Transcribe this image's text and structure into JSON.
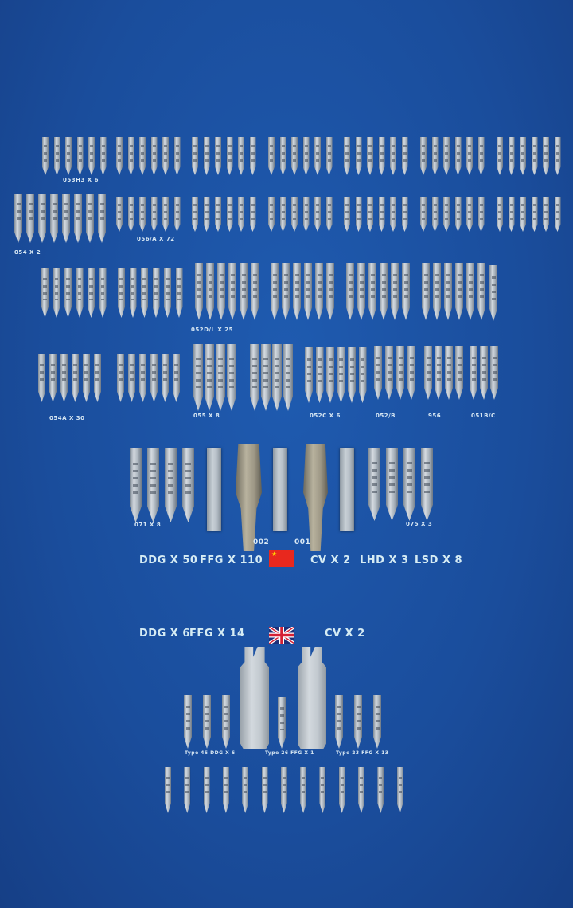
{
  "china": {
    "labels": {
      "l053h3": "053H3 X 6",
      "l056": "056/A X 72",
      "l054": "054 X 2",
      "l052dl": "052D/L X 25",
      "l054a": "054A X 30",
      "l055": "055 X 8",
      "l052c": "052C X 6",
      "l052b": "052/B",
      "l956": "956",
      "l051bc": "051B/C",
      "l071": "071 X 8",
      "l075": "075 X 3",
      "l002": "002",
      "l001": "001"
    },
    "summary": {
      "ddg": "DDG X 50",
      "ffg": "FFG X 110",
      "cv": "CV X 2",
      "lhd": "LHD X 3",
      "lsd": "LSD X 8"
    },
    "flag": {
      "primary": "#e8281e",
      "star": "#ffde00"
    }
  },
  "uk": {
    "summary": {
      "ddg": "DDG X 6",
      "ffg": "FFG X 14",
      "cv": "CV X 2"
    },
    "labels": {
      "t45": "Type 45 DDG X 6",
      "t26": "Type 26 FFG X 1",
      "t23": "Type 23 FFG X 13"
    }
  },
  "colors": {
    "background": "#1a4d9c",
    "text": "#d6ecf4"
  }
}
